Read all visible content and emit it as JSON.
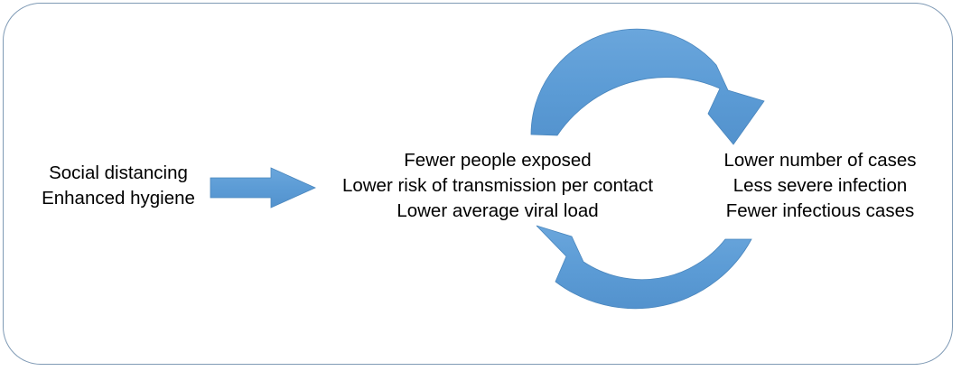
{
  "diagram": {
    "type": "cycle-flow-diagram",
    "frame": {
      "border_color": "#7f9ab5",
      "background_color": "#ffffff",
      "corner_radius": "42px"
    },
    "accent_color": "#5b9bd5",
    "text_color": "#000000",
    "input_block": {
      "name": "interventions",
      "lines": [
        "Social distancing",
        "Enhanced hygiene"
      ]
    },
    "middle_block": {
      "name": "exposure-effects",
      "lines": [
        "Fewer people exposed",
        "Lower risk of transmission per contact",
        "Lower average viral load"
      ]
    },
    "output_block": {
      "name": "epidemic-outcomes",
      "lines": [
        "Lower number of cases",
        "Less severe infection",
        "Fewer infectious cases"
      ]
    },
    "connectors": {
      "straight_arrow": {
        "icon": "right-arrow-icon",
        "direction": "right",
        "from": "input_block",
        "to": "middle_block",
        "color": "#5b9bd5"
      },
      "top_arc_arrow": {
        "icon": "curved-arrow-clockwise-icon",
        "direction": "clockwise",
        "from": "middle_block",
        "to": "output_block",
        "color": "#5b9bd5"
      },
      "bottom_arc_arrow": {
        "icon": "curved-arrow-counterclockwise-icon",
        "direction": "counter-clockwise",
        "from": "output_block",
        "to": "middle_block",
        "color": "#5b9bd5"
      }
    }
  }
}
